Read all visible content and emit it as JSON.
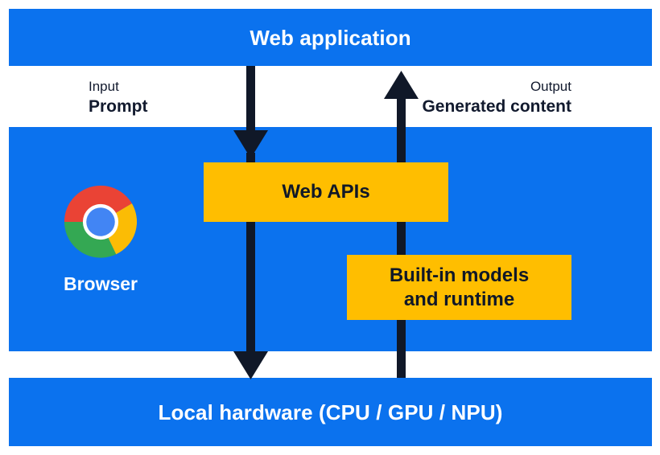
{
  "diagram": {
    "title_top": "Web application",
    "title_bottom": "Local hardware (CPU / GPU / NPU)",
    "colors": {
      "band_blue": "#0B72EE",
      "box_yellow": "#FFBE00",
      "arrow_navy": "#101828",
      "text_dark": "#121A2E",
      "text_light": "#FFFFFF"
    }
  },
  "io": {
    "input": {
      "kind": "Input",
      "value": "Prompt"
    },
    "output": {
      "kind": "Output",
      "value": "Generated content"
    }
  },
  "boxes": {
    "web_apis": {
      "label": "Web APIs"
    },
    "built_in_models": {
      "line1": "Built-in models",
      "line2": "and runtime"
    }
  },
  "browser": {
    "label": "Browser",
    "logo": "chrome-logo-icon"
  },
  "arrows": {
    "down": {
      "name": "downward-flow-arrow",
      "direction": "down"
    },
    "up": {
      "name": "upward-flow-arrow",
      "direction": "up"
    }
  }
}
